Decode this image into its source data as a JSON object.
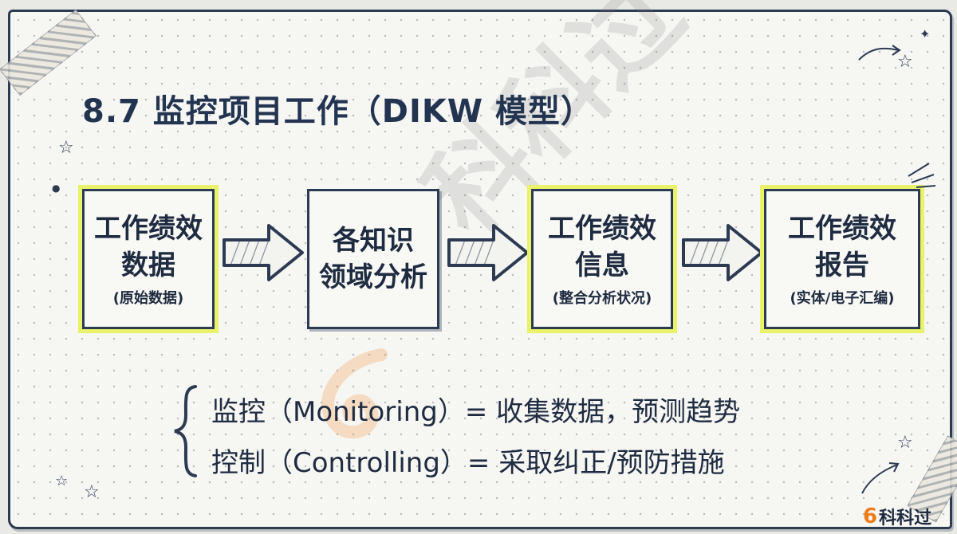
{
  "title": "8.7 监控项目工作（DIKW 模型）",
  "boxes": [
    {
      "main1": "工作绩效",
      "main2": "数据",
      "sub": "(原始数据)"
    },
    {
      "main1": "各知识",
      "main2": "领域分析",
      "sub": ""
    },
    {
      "main1": "工作绩效",
      "main2": "信息",
      "sub": "(整合分析状况)"
    },
    {
      "main1": "工作绩效",
      "main2": "报告",
      "sub": "(实体/电子汇编)"
    }
  ],
  "lines": [
    "监控（Monitoring）= 收集数据，预测趋势",
    "控制（Controlling）= 采取纠正/预防措施"
  ],
  "watermark": "科科过",
  "logo": {
    "text": "科科过"
  },
  "colors": {
    "ink": "#2c3a52",
    "highlight": "#e9f26b",
    "brand": "#f07c18"
  }
}
